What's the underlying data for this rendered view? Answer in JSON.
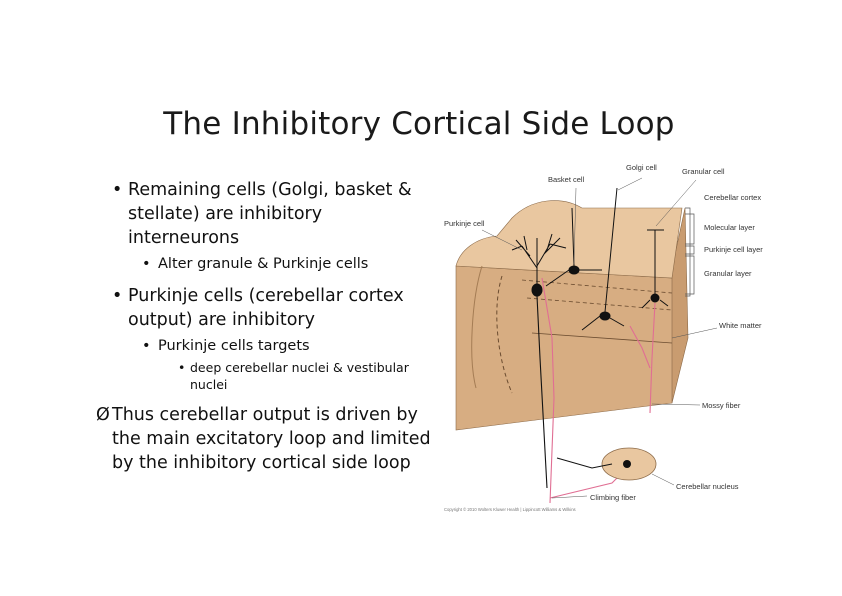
{
  "slide": {
    "title": "The Inhibitory Cortical Side Loop",
    "bullets": [
      {
        "text": "Remaining cells (Golgi, basket & stellate) are inhibitory interneurons"
      },
      {
        "text": "Alter granule & Purkinje cells"
      },
      {
        "text": "Purkinje cells (cerebellar cortex output) are inhibitory"
      },
      {
        "text": "Purkinje cells targets"
      },
      {
        "text": "deep cerebellar nuclei & vestibular nuclei"
      },
      {
        "text": "Thus cerebellar output is driven by the main excitatory loop and limited by the inhibitory cortical side loop"
      }
    ],
    "bullet_symbol": "•",
    "arrow_symbol": "Ø"
  },
  "figure": {
    "labels": {
      "basket_cell": "Basket cell",
      "golgi_cell": "Golgi cell",
      "granular_cell": "Granular cell",
      "cerebellar_cortex": "Cerebellar cortex",
      "molecular_layer": "Molecular layer",
      "purkinje_cell_layer": "Purkinje cell layer",
      "granular_layer": "Granular layer",
      "purkinje_cell": "Purkinje cell",
      "white_matter": "White matter",
      "mossy_fiber": "Mossy fiber",
      "climbing_fiber": "Climbing fiber",
      "cerebellar_nucleus": "Cerebellar nucleus"
    },
    "copyright": "Copyright © 2010 Wolters Kluwer Health | Lippincott Williams & Wilkins",
    "colors": {
      "tissue_top": "#e9c7a0",
      "tissue_face": "#d7ad82",
      "tissue_side": "#c99c70",
      "fiber_pink": "#e06e93",
      "neuron": "#111111"
    }
  }
}
